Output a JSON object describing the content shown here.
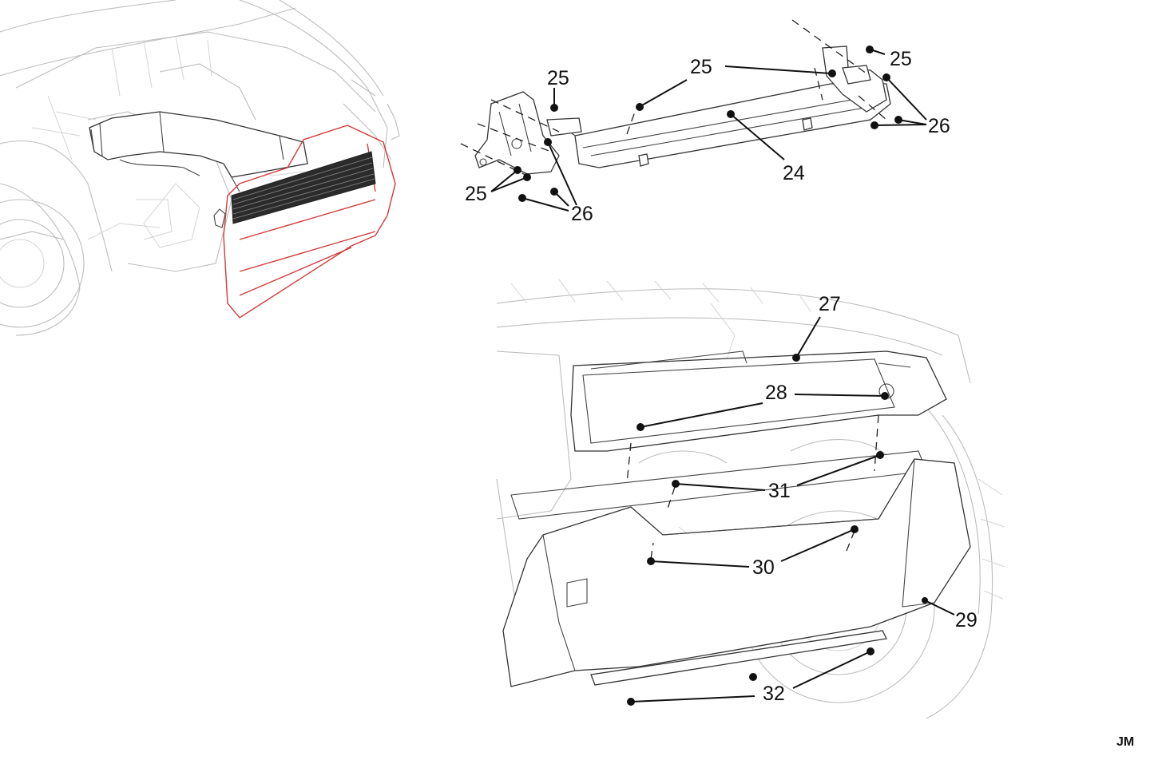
{
  "callouts": {
    "c25_a": "25",
    "c25_b": "25",
    "c25_c": "25",
    "c25_d": "25",
    "c26_a": "26",
    "c26_b": "26",
    "c24": "24",
    "c27": "27",
    "c28": "28",
    "c31": "31",
    "c30": "30",
    "c29": "29",
    "c32": "32"
  },
  "author_initials": "JM",
  "colors": {
    "highlight": "#d23a3a",
    "line": "#111111",
    "ghost": "#bdbdbd"
  }
}
